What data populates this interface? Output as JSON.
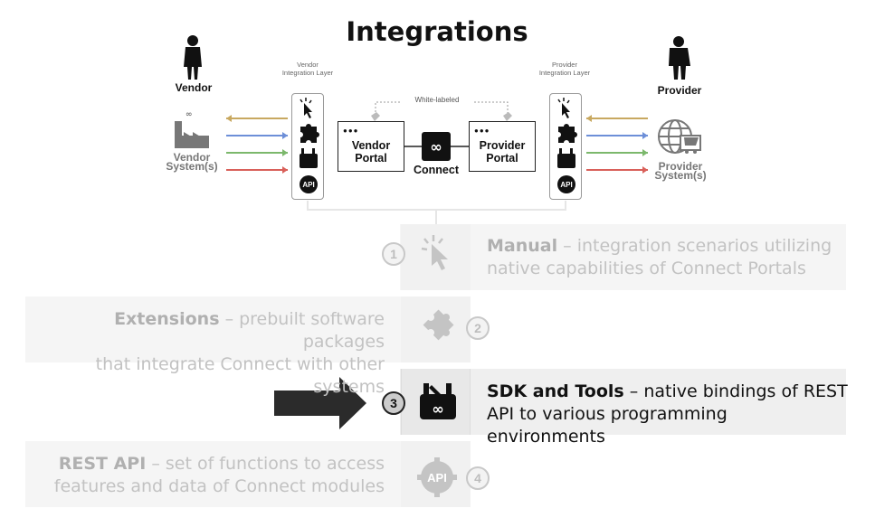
{
  "title": "Integrations",
  "vendor": {
    "person_label": "Vendor",
    "layer_label": "Vendor Integration Layer",
    "system_label_line1": "Vendor",
    "system_label_line2": "System(s)",
    "portal_line1": "Vendor",
    "portal_line2": "Portal"
  },
  "provider": {
    "person_label": "Provider",
    "layer_label": "Provider Integration Layer",
    "system_label_line1": "Provider",
    "system_label_line2": "System(s)",
    "portal_line1": "Provider",
    "portal_line2": "Portal"
  },
  "connect_label": "Connect",
  "white_labeled": "White-labeled",
  "arrow_colors": [
    "#c8a860",
    "#6d8fd8",
    "#7cb86c",
    "#d9605a"
  ],
  "api_icon_text": "API",
  "steps": [
    {
      "number": "1",
      "name": "Manual",
      "description": "– integration scenarios utilizing native capabilities of Connect Portals",
      "line1_rest": "– integration scenarios utilizing",
      "line2": "native capabilities of Connect Portals",
      "icon": "cursor-click-icon",
      "active": false
    },
    {
      "number": "2",
      "name": "Extensions",
      "line1_rest": "– prebuilt software packages",
      "line2": "that integrate Connect with other systems",
      "icon": "puzzle-icon",
      "active": false
    },
    {
      "number": "3",
      "name": "SDK and Tools",
      "line1_rest": "– native bindings of REST",
      "line2": "API to various programming environments",
      "icon": "toolbox-icon",
      "active": true
    },
    {
      "number": "4",
      "name": "REST API",
      "line1_rest": "– set of functions to access",
      "line2": "features and data of Connect modules",
      "icon": "api-gear-icon",
      "active": false
    }
  ]
}
